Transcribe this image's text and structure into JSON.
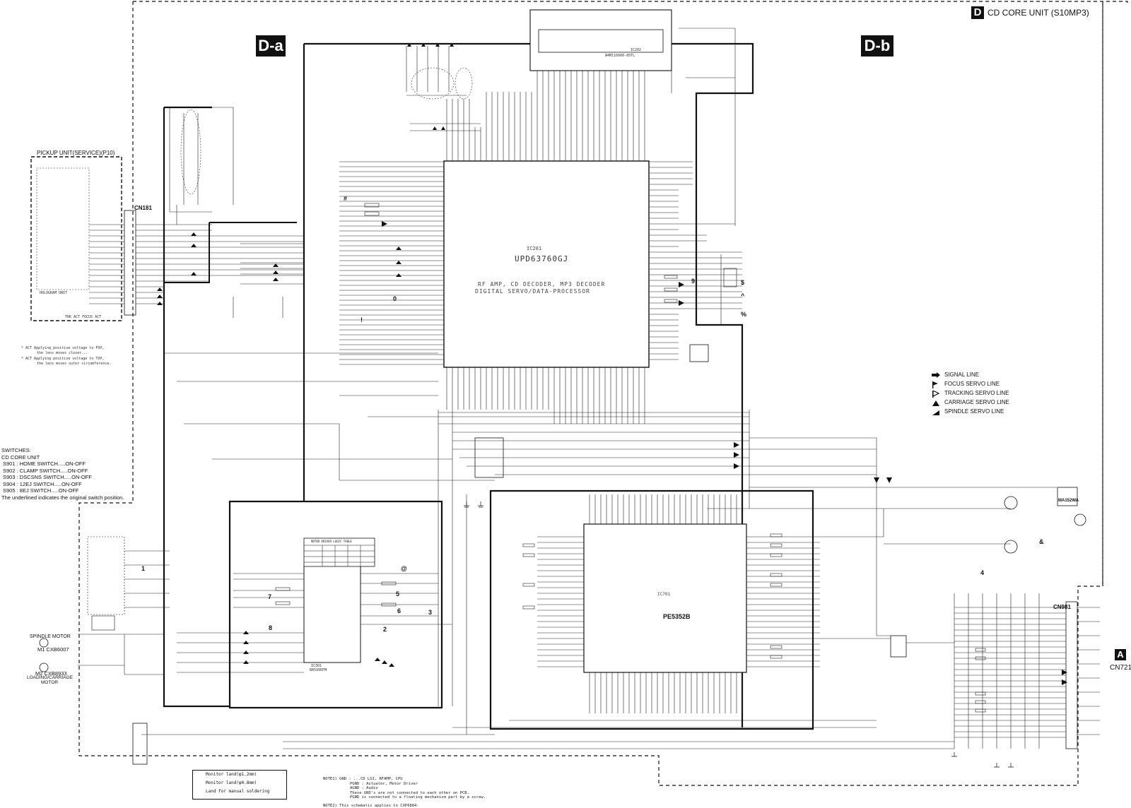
{
  "unit": {
    "letter": "D",
    "title": "CD CORE UNIT (S10MP3)"
  },
  "sections": {
    "a": "D-a",
    "b": "D-b"
  },
  "connector_a": {
    "letter": "A",
    "name": "CN721"
  },
  "pickup": {
    "title": "PICKUP UNIT(SERVICE)(P10)",
    "connector": "CN181",
    "hologram": "HOLOGRAM UNIT",
    "actuators": "TRK ACT FOCUS ACT",
    "notes": [
      "* ACT Applying positive voltage to FOP,",
      "the lens moves closer...",
      "* ACT Applying positive voltage to TOP,",
      "the lens moves outer circumference."
    ]
  },
  "ic201": {
    "ref": "IC201",
    "part": "UPD63760GJ",
    "desc1": "RF AMP, CD DECODER, MP3 DECODER",
    "desc2": "DIGITAL SERVO/DATA-PROCESSOR"
  },
  "ic701": {
    "ref": "IC701",
    "part": "PE5352B"
  },
  "ic202": {
    "ref": "IC202",
    "part": "W4M116000-85TL"
  },
  "motor_driver": {
    "table_title": "MOTOR DRIVER LOGIC TABLE",
    "ic": "IC301",
    "ic_part": "BA5996FM"
  },
  "switches": {
    "title": "SWITCHES:",
    "unit": "CD CORE UNIT",
    "items": [
      "S901 : HOME SWITCH.....ON-OFF",
      "S902 : CLAMP SWITCH.....ON-OFF",
      "S903 : DSCSNS SWITCH.....ON-OFF",
      "S904 : 12EJ SWITCH.....ON-OFF",
      "S905 : 8EJ SWITCH.....ON-OFF"
    ],
    "note": "The underlined indicates the original switch position."
  },
  "motors": {
    "spindle_title": "SPINDLE MOTOR",
    "spindle_part": "M1 CXB6007",
    "loading_part": "M2 CXB8933",
    "loading_title1": "LOADING/CARRIAGE",
    "loading_title2": "MOTOR"
  },
  "legend": [
    {
      "label": "SIGNAL LINE",
      "icon": "arrow-right-icon"
    },
    {
      "label": "FOCUS SERVO LINE",
      "icon": "focus-servo-icon"
    },
    {
      "label": "TRACKING SERVO LINE",
      "icon": "tracking-servo-icon"
    },
    {
      "label": "CARRIAGE SERVO LINE",
      "icon": "carriage-servo-icon"
    },
    {
      "label": "SPINDLE SERVO LINE",
      "icon": "spindle-servo-icon"
    }
  ],
  "cn981": {
    "name": "CN981"
  },
  "footnotes": {
    "monitor1": "Monitor land(φ1.2mm)",
    "monitor2": "Monitor land(φ0.8mm)",
    "land": "Land for manual soldering",
    "note1": "NOTE1) GND : ...CD LSI, RFAMP, CPU",
    "note1b": "PGND : Actuator, Motor Driver",
    "note1c": "AGND : Audio",
    "note1d": "These GND's are not connected to each other on PCB.",
    "note1e": "PGND is connected to a floating mechanism part by a screw.",
    "note2": "NOTE2) This schematic applies to CXP6884-"
  },
  "ma152wa": "MA152WA",
  "markers": [
    "1",
    "2",
    "3",
    "4",
    "5",
    "6",
    "7",
    "8",
    "9",
    "0",
    "!",
    "@",
    "#",
    "$",
    "%",
    "^",
    "&"
  ]
}
